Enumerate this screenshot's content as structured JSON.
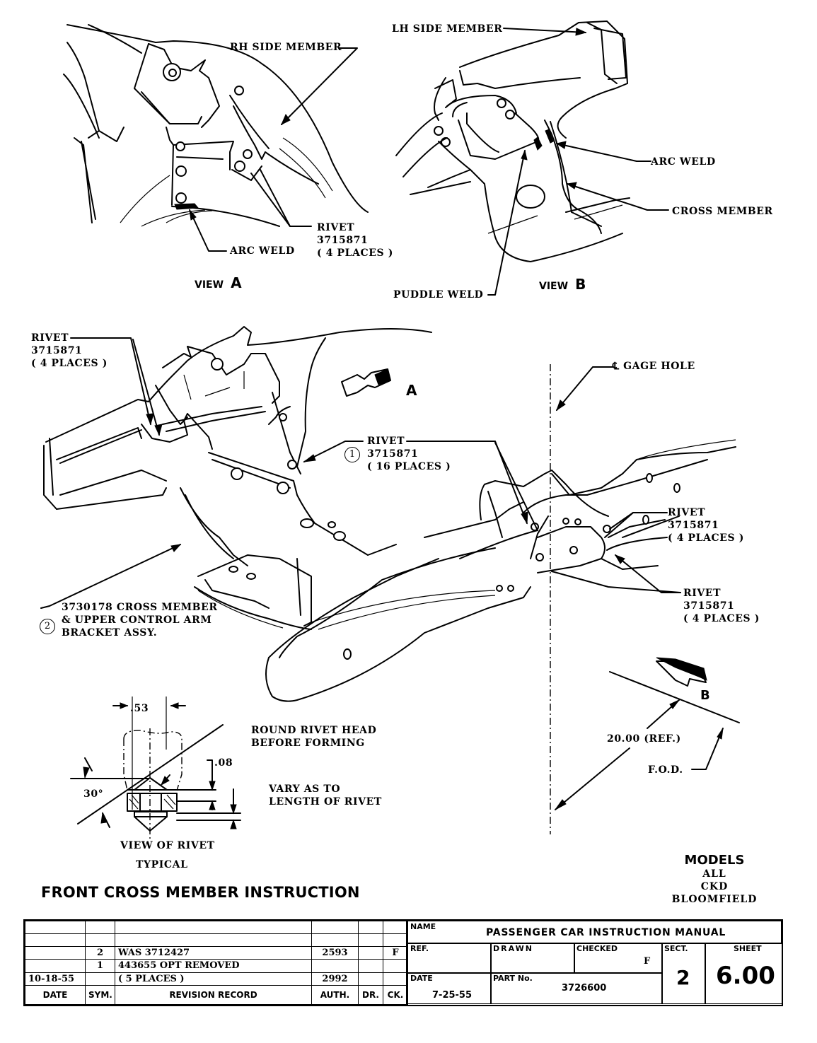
{
  "document": {
    "title": "FRONT CROSS MEMBER INSTRUCTION",
    "models": {
      "heading": "MODELS",
      "lines": [
        "ALL",
        "CKD BLOOMFIELD"
      ]
    }
  },
  "view_a": {
    "caption": "VIEW",
    "letter": "A",
    "labels": {
      "rh_side_member": "RH SIDE MEMBER",
      "rivet": "RIVET\n3715871\n( 4 PLACES )",
      "arc_weld": "ARC WELD"
    }
  },
  "view_b": {
    "caption": "VIEW",
    "letter": "B",
    "labels": {
      "lh_side_member": "LH SIDE MEMBER",
      "arc_weld": "ARC WELD",
      "cross_member": "CROSS MEMBER",
      "puddle_weld": "PUDDLE WELD"
    }
  },
  "main_view": {
    "labels": {
      "rivet_left": "RIVET\n3715871\n( 4 PLACES )",
      "rivet_center": "RIVET\n3715871\n( 16 PLACES )",
      "rivet_center_callout": "1",
      "gage_hole": "℄ GAGE HOLE",
      "rivet_right_upper": "RIVET\n3715871\n( 4 PLACES )",
      "rivet_right_lower": "RIVET\n3715871\n( 4 PLACES )",
      "cross_member_assy": "3730178 CROSS MEMBER\n& UPPER CONTROL ARM\nBRACKET ASSY.",
      "cross_member_callout": "2",
      "arrow_a": "A",
      "arrow_b": "B",
      "ref_dim": "20.00 (REF.)",
      "fod": "F.O.D."
    }
  },
  "rivet_detail": {
    "dim_width": ".53",
    "dim_height": ".08",
    "angle": "30°",
    "head_note": "ROUND RIVET HEAD\nBEFORE FORMING",
    "vary_note": "VARY AS TO\nLENGTH OF RIVET",
    "caption": "VIEW OF RIVET",
    "subcaption": "TYPICAL"
  },
  "revision_block": {
    "headers": [
      "DATE",
      "SYM.",
      "REVISION RECORD",
      "AUTH.",
      "DR.",
      "CK."
    ],
    "rows": [
      [
        "",
        "",
        "",
        "",
        "",
        ""
      ],
      [
        "",
        "",
        "",
        "",
        "",
        ""
      ],
      [
        "",
        "2",
        "WAS 3712427",
        "2593",
        "",
        "F"
      ],
      [
        "",
        "1",
        "443655 OPT REMOVED",
        "",
        "",
        ""
      ],
      [
        "10-18-55",
        "",
        "( 5 PLACES )",
        "2992",
        "",
        ""
      ]
    ]
  },
  "title_block": {
    "name_label": "NAME",
    "name_value": "PASSENGER CAR INSTRUCTION MANUAL",
    "ref_label": "REF.",
    "ref_value": "",
    "drawn_label": "DRAWN",
    "drawn_value": "",
    "checked_label": "CHECKED",
    "checked_value": "F",
    "date_label": "DATE",
    "date_value": "7-25-55",
    "part_label": "PART No.",
    "part_value": "3726600",
    "sect_label": "SECT.",
    "sect_value": "2",
    "sheet_label": "SHEET",
    "sheet_value": "6.00"
  }
}
